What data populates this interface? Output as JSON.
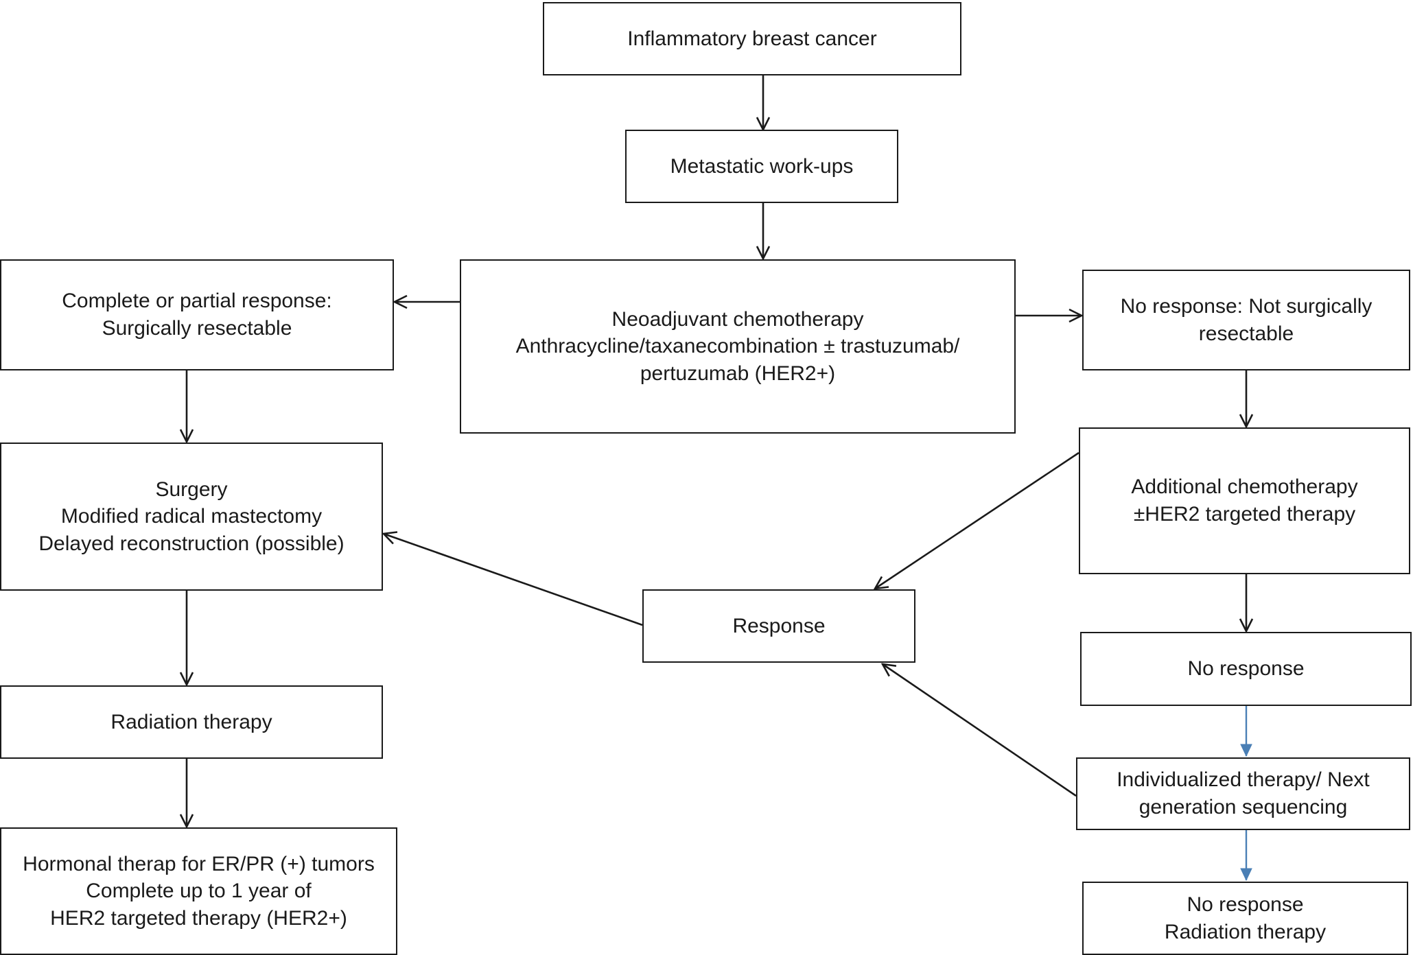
{
  "colors": {
    "line": "#1a1a1a",
    "blue_arrow": "#4a7fb5",
    "background": "#ffffff"
  },
  "nodes": {
    "ibc": "Inflammatory breast cancer",
    "workup": "Metastatic work-ups",
    "neoadj": "Neoadjuvant chemotherapy\nAnthracycline/taxanecombination ± trastuzumab/\npertuzumab (HER2+)",
    "complete": "Complete or partial response:\nSurgically resectable",
    "noresp_ns": "No response: Not surgically\nresectable",
    "surgery": "Surgery\nModified radical mastectomy\nDelayed reconstruction (possible)",
    "addchemo": "Additional chemotherapy\n±HER2 targeted therapy",
    "response": "Response",
    "noresp": "No response",
    "radiation": "Radiation therapy",
    "individ": "Individualized therapy/ Next\ngeneration sequencing",
    "hormonal": "Hormonal therap for ER/PR (+) tumors\nComplete up to 1 year of\nHER2 targeted therapy (HER2+)",
    "noresp_rad": "No response\nRadiation therapy"
  }
}
